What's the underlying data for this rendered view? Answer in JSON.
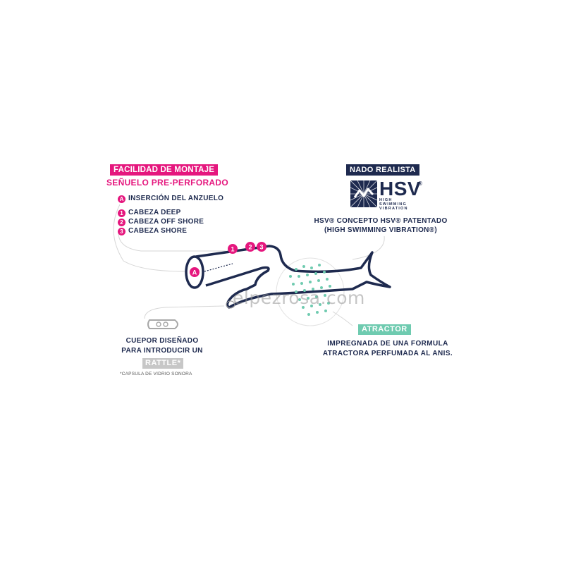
{
  "colors": {
    "pink": "#e5177e",
    "navy": "#1e2a4f",
    "teal": "#6fcbb0",
    "grey": "#c7c7c7"
  },
  "left_section": {
    "badge": "FACILIDAD DE MONTAJE",
    "subtitle": "SEÑUELO PRE-PERFORADO",
    "hook_marker": "A",
    "hook_text": "INSERCIÓN DEL ANZUELO",
    "heads": [
      {
        "num": "1",
        "label": "CABEZA DEEP"
      },
      {
        "num": "2",
        "label": "CABEZA OFF SHORE"
      },
      {
        "num": "3",
        "label": "CABEZA SHORE"
      }
    ]
  },
  "right_section": {
    "badge": "NADO REALISTA",
    "logo_text": "HSV",
    "logo_reg": "®",
    "logo_sub": [
      "HIGH",
      "SWIMMING",
      "VIBRATION"
    ],
    "desc_line1": "HSV® CONCEPTO HSV® PATENTADO",
    "desc_line2": "(HIGH SWIMMING VIBRATION®)"
  },
  "bottom_left": {
    "line1": "CUEPOR DISEÑADO",
    "line2": "PARA INTRODUCIR UN",
    "badge": "RATTLE*",
    "footnote": "*CAPSULA DE VIDRIO SONORA"
  },
  "bottom_right": {
    "badge": "ATRACTOR",
    "line1": "IMPREGNADA DE UNA FORMULA",
    "line2": "ATRACTORA PERFUMADA AL ANIS."
  },
  "lure_markers": {
    "hook": "A",
    "heads": [
      "1",
      "2",
      "3"
    ]
  },
  "watermark": "elpezrosa.com"
}
